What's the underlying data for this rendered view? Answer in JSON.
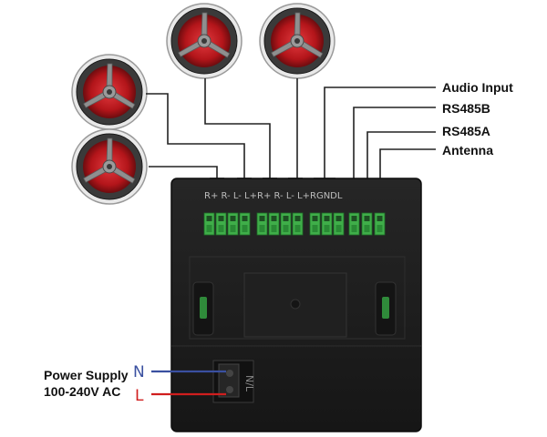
{
  "terminal_labels": {
    "zone1": "R+ R- L- L+",
    "zone2": "R+ R- L- L+",
    "control": "RGNDL"
  },
  "signal_labels": {
    "audio_input": "Audio Input",
    "rs485b": "RS485B",
    "rs485a": "RS485A",
    "antenna": "Antenna"
  },
  "power": {
    "title": "Power Supply",
    "voltage": "100-240V AC",
    "neutral": "N",
    "live": "L",
    "socket_marking": "N/L"
  },
  "colors": {
    "neutral_wire": "#3a50a0",
    "live_wire": "#d01e1e",
    "terminal_green": "#3fae49",
    "speaker_red": "#c0171c",
    "panel": "#1e1e1e"
  }
}
